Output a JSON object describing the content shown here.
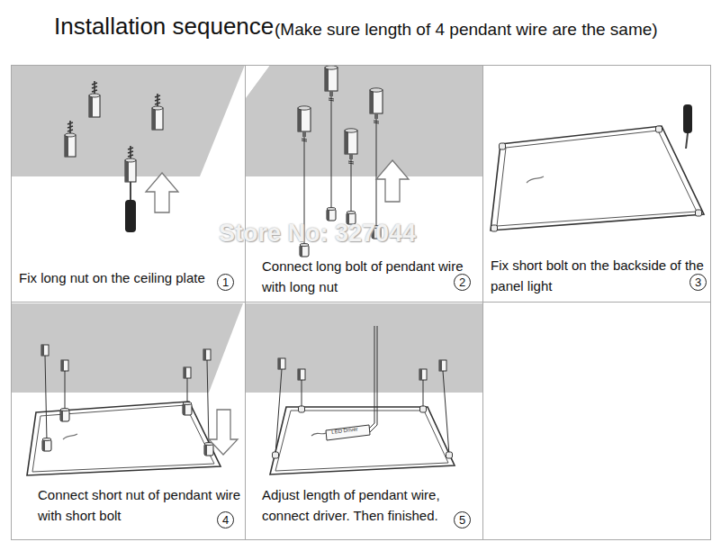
{
  "diagram": {
    "title": "Installation sequence",
    "nodes": [
      {
        "text": [
          "Fix long nut on the ceiling plate",
          "1"
        ]
      },
      {
        "text": [
          "Connect long bolt of pendant wire with long nut",
          "2"
        ]
      },
      {
        "text": [
          "Fix short bolt on the backside of the panel light",
          "3"
        ]
      },
      {
        "text": [
          "Connect short nut of pendant wire with short bolt",
          "4"
        ]
      },
      {
        "text": [
          "Adjust length of pendant wire, connect driver. Then finished.",
          "5"
        ]
      }
    ],
    "labels": [
      "(Make sure length of 4 pendant wire are the same)",
      "Store No: 327044",
      "LED Driver"
    ]
  }
}
